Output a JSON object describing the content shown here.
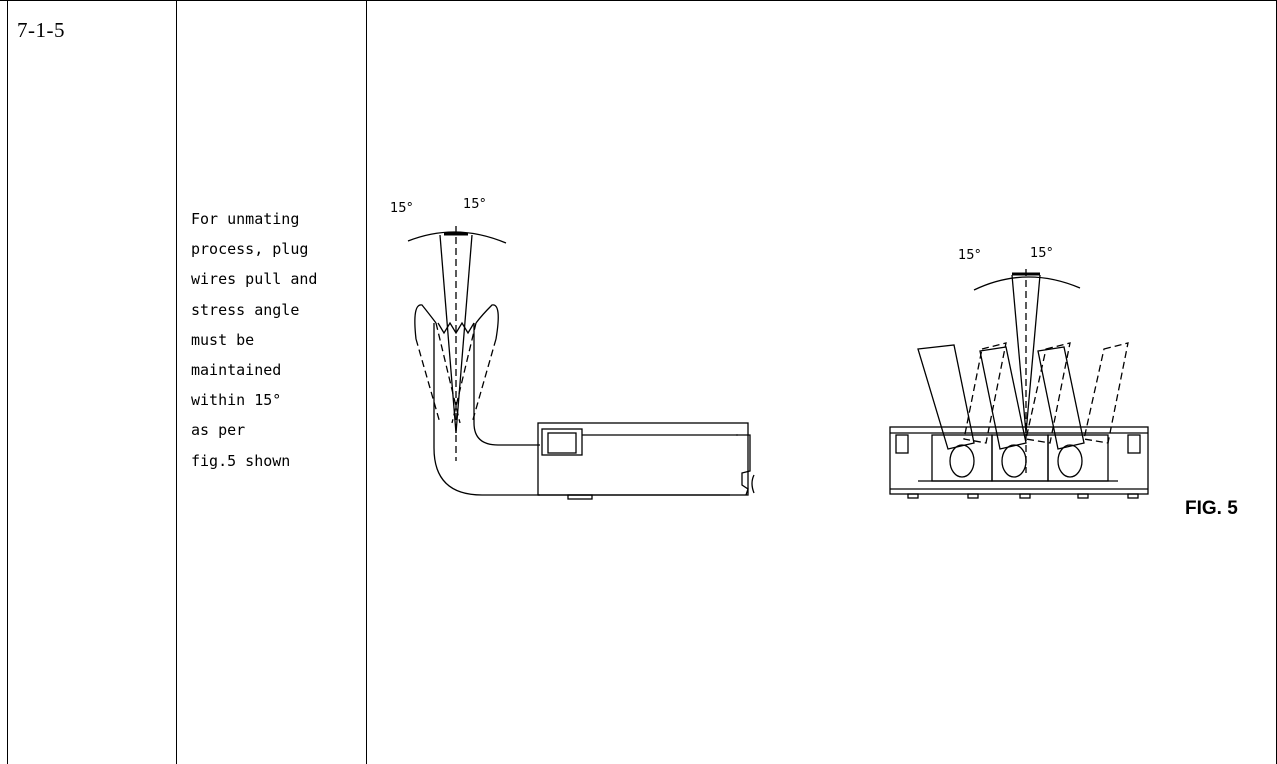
{
  "section": {
    "number": "7-1-5"
  },
  "instruction": {
    "lines": [
      "For unmating",
      "process, plug",
      "wires pull and",
      "stress angle",
      "must be",
      "maintained",
      "within 15°",
      "as per",
      "fig.5 shown"
    ]
  },
  "figure": {
    "caption": "FIG. 5",
    "side_view": {
      "angle_left": "15°",
      "angle_right": "15°"
    },
    "front_view": {
      "angle_left": "15°",
      "angle_right": "15°"
    }
  }
}
